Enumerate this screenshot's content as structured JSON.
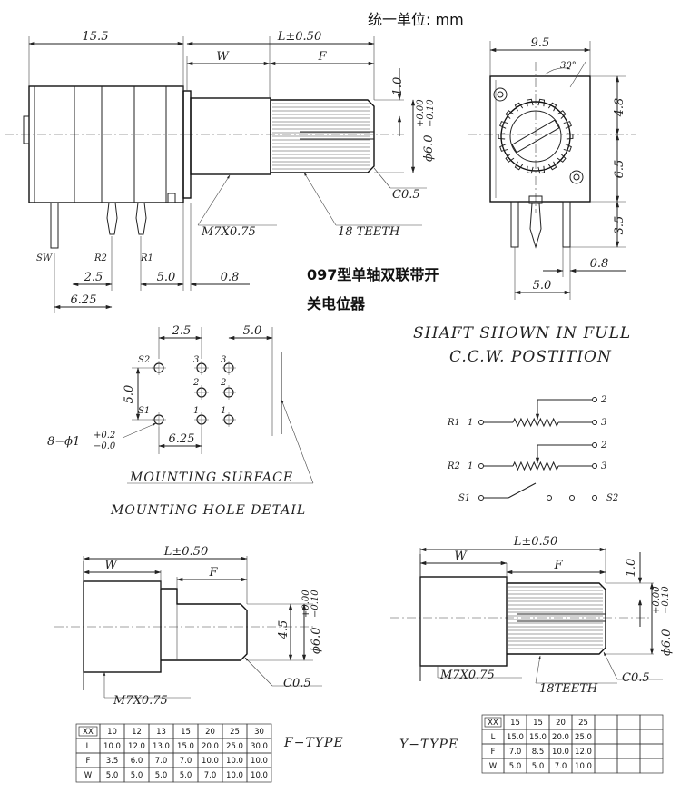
{
  "unit_note": "统一单位: mm",
  "title_line1": "097型单轴双联带开",
  "title_line2": "关电位器",
  "front": {
    "body_length": "15.5",
    "L": "L±0.50",
    "W": "W",
    "F": "F",
    "flat_depth": "1.0",
    "shaft_dia": "ϕ6.0",
    "shaft_tol_upper": "+0.00",
    "shaft_tol_lower": "−0.10",
    "chamfer": "C0.5",
    "thread": "M7X0.75",
    "teeth": "18 TEETH",
    "pin_sw": "SW",
    "pin_r2": "R2",
    "pin_r1": "R1",
    "d_2_5": "2.5",
    "d_5_0": "5.0",
    "d_0_8": "0.8",
    "d_6_25": "6.25"
  },
  "side": {
    "width": "9.5",
    "angle": "30°",
    "h_4_8": "4.8",
    "h_6_5": "6.5",
    "h_3_5": "3.5",
    "d_0_8": "0.8",
    "d_5_0": "5.0"
  },
  "hole_detail": {
    "d_2_5": "2.5",
    "d_5_0": "5.0",
    "v_5_0": "5.0",
    "d_6_25": "6.25",
    "s2": "S2",
    "s1": "S1",
    "n3": "3",
    "n2": "2",
    "n1": "1",
    "hole_spec": "8−ϕ1",
    "hole_tol_upper": "+0.2",
    "hole_tol_lower": "−0.0",
    "mounting_surface": "MOUNTING SURFACE",
    "caption": "MOUNTING HOLE DETAIL"
  },
  "schematic": {
    "caption_line1": "SHAFT SHOWN IN FULL",
    "caption_line2": "C.C.W. POSTITION",
    "r1": "R1",
    "r2": "R2",
    "s1": "S1",
    "s2": "S2",
    "t1": "1",
    "t2": "2",
    "t3": "3"
  },
  "f_type": {
    "label": "F−TYPE",
    "L": "L±0.50",
    "W": "W",
    "F": "F",
    "flat": "4.5",
    "shaft_dia": "ϕ6.0",
    "tol_upper": "+0.00",
    "tol_lower": "−0.10",
    "chamfer": "C0.5",
    "thread": "M7X0.75",
    "table": {
      "header": [
        "XX",
        "10",
        "12",
        "13",
        "15",
        "20",
        "25",
        "30"
      ],
      "rows": [
        [
          "L",
          "10.0",
          "12.0",
          "13.0",
          "15.0",
          "20.0",
          "25.0",
          "30.0"
        ],
        [
          "F",
          "3.5",
          "6.0",
          "7.0",
          "7.0",
          "10.0",
          "10.0",
          "10.0"
        ],
        [
          "W",
          "5.0",
          "5.0",
          "5.0",
          "5.0",
          "7.0",
          "10.0",
          "10.0"
        ]
      ]
    }
  },
  "y_type": {
    "label": "Y−TYPE",
    "L": "L±0.50",
    "W": "W",
    "F": "F",
    "flat": "1.0",
    "shaft_dia": "ϕ6.0",
    "tol_upper": "+0.00",
    "tol_lower": "−0.10",
    "chamfer": "C0.5",
    "thread": "M7X0.75",
    "teeth": "18TEETH",
    "table": {
      "header": [
        "XX",
        "15",
        "15",
        "20",
        "25",
        "",
        "",
        ""
      ],
      "rows": [
        [
          "L",
          "15.0",
          "15.0",
          "20.0",
          "25.0",
          "",
          "",
          ""
        ],
        [
          "F",
          "7.0",
          "8.5",
          "10.0",
          "12.0",
          "",
          "",
          ""
        ],
        [
          "W",
          "5.0",
          "5.0",
          "7.0",
          "10.0",
          "",
          "",
          ""
        ]
      ]
    }
  }
}
